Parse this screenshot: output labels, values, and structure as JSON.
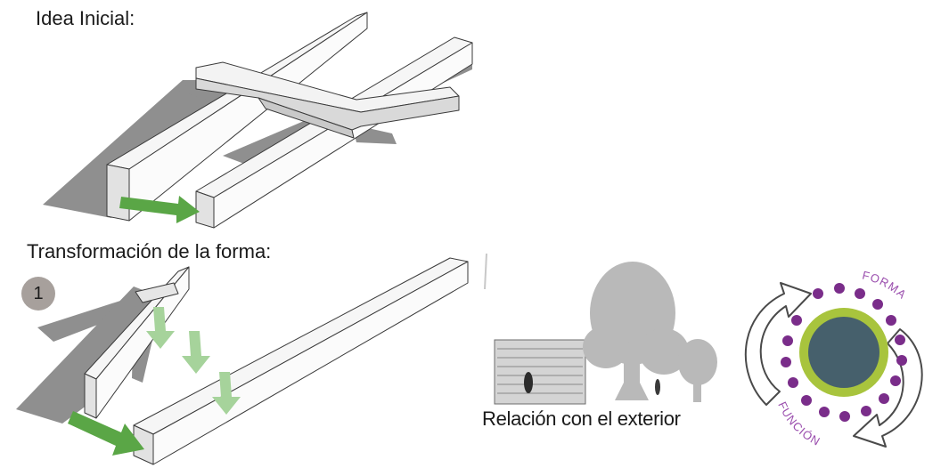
{
  "titles": {
    "idea_inicial": "Idea Inicial:",
    "transformacion": "Transformación de la forma:"
  },
  "step_badge": "1",
  "relacion": {
    "caption": "Relación con el exterior"
  },
  "cycle": {
    "top_word": "FORMA",
    "bottom_word": "FUNCIÓN"
  },
  "colors": {
    "green_arrow": "#5aa646",
    "light_green_arrow": "#a6d39b",
    "shadow": "#8f8f8f",
    "block_face": "#f3f3f3",
    "outline": "#3a3a3a",
    "circle_core": "#46606c",
    "circle_ring": "#a8c43d",
    "dots": "#7a2d8a",
    "tree": "#b9b9b9",
    "badge": "#a7a09c"
  },
  "icons": [
    "arrow-icon",
    "tree-icon",
    "person-icon",
    "cycle-arrow-icon"
  ]
}
